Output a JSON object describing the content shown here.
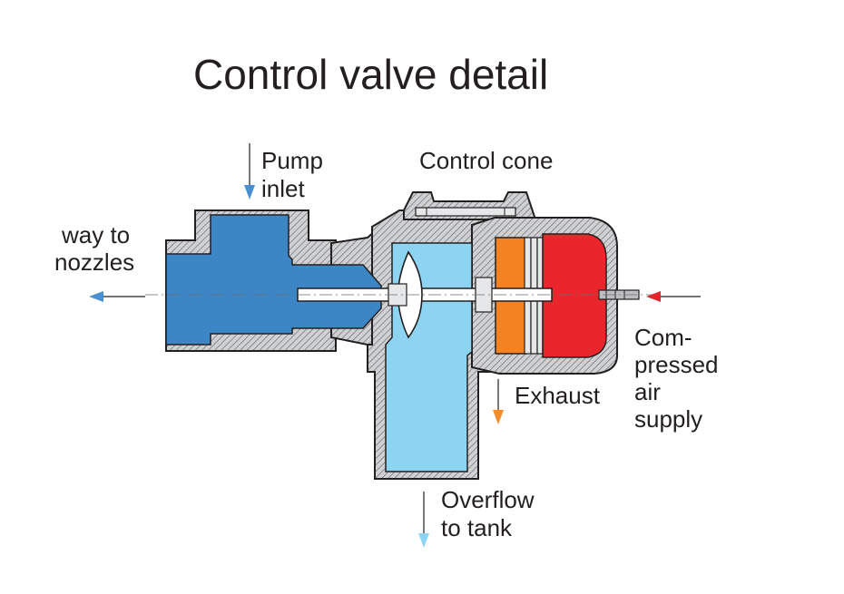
{
  "diagram": {
    "title": "Control valve detail",
    "labels": {
      "pump_inlet": [
        "Pump",
        "inlet"
      ],
      "control_cone": "Control cone",
      "way_to_nozzles": [
        "way to",
        "nozzles"
      ],
      "compressed_air_supply": [
        "Com-",
        "pressed",
        "air",
        "supply"
      ],
      "exhaust": "Exhaust",
      "overflow_to_tank": [
        "Overflow",
        "to tank"
      ]
    },
    "colors": {
      "housing_gray": "#bcbec0",
      "housing_hatch": "#6d6e71",
      "pump_water_blue": "#3d86c6",
      "overflow_water_light_blue": "#8dd3f2",
      "diaphragm_orange": "#f58220",
      "air_chamber_red": "#e8262c",
      "arrow_blue": "#4a8fd0",
      "arrow_orange": "#f28c28",
      "arrow_red": "#e0262c",
      "outline": "#231f20"
    }
  }
}
